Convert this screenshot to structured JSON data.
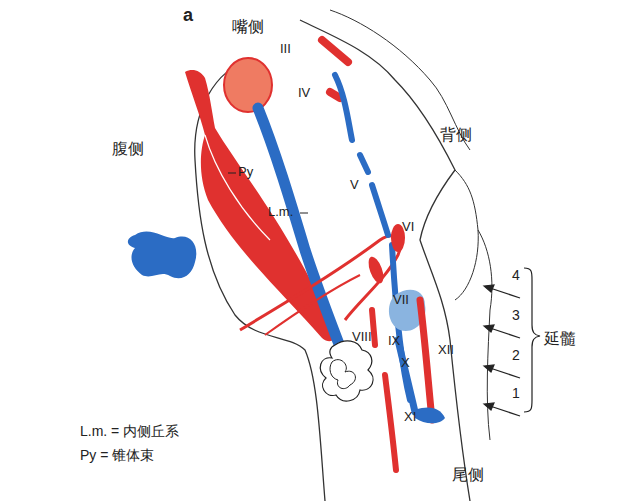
{
  "diagram": {
    "labels": [
      "a",
      "嘴侧",
      "腹侧",
      "背侧",
      "尾侧",
      "Py",
      "L.m.",
      "III",
      "IV",
      "V",
      "VI",
      "VII",
      "VIII",
      "IX",
      "X",
      "XI",
      "XII",
      "4",
      "3",
      "2",
      "1",
      "延髓",
      "L.m. = 内侧丘系",
      "Py = 锥体束"
    ]
  }
}
